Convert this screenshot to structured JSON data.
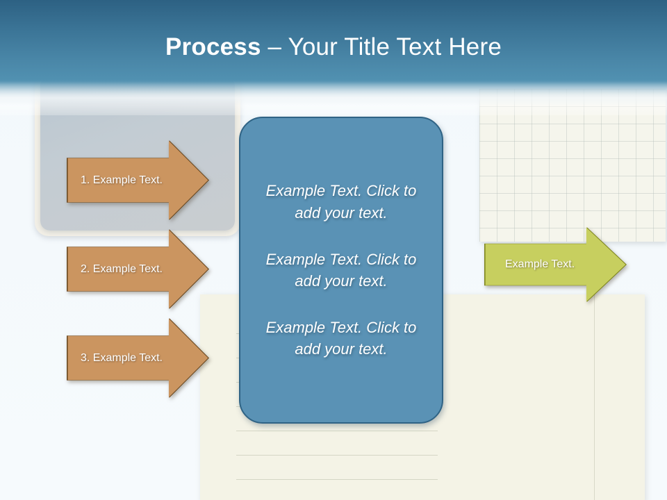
{
  "slide": {
    "title_strong": "Process ",
    "title_light": "– Your Title Text Here",
    "theme": {
      "header_top": "#2d6183",
      "header_bottom": "#5191b1",
      "accent_blue": "#5a92b5",
      "accent_blue_border": "#2f6385",
      "arrow_tan_fill": "#cb9560",
      "arrow_tan_border": "#6b4a23",
      "arrow_green_fill": "#c7cf5f",
      "arrow_green_border": "#7e851f",
      "paper_cream": "#f4f3e6",
      "panel_gray": "#c3ccd3",
      "background": "#f4f9fc"
    }
  },
  "steps": [
    {
      "label": "1.  Example Text."
    },
    {
      "label": "2.  Example Text."
    },
    {
      "label": "3.  Example Text."
    }
  ],
  "outcome": {
    "label": "Example Text."
  },
  "content_box": {
    "paragraphs": [
      "Example Text. Click  to add your text.",
      "Example Text. Click  to add your text.",
      "Example Text. Click  to add your text."
    ]
  }
}
